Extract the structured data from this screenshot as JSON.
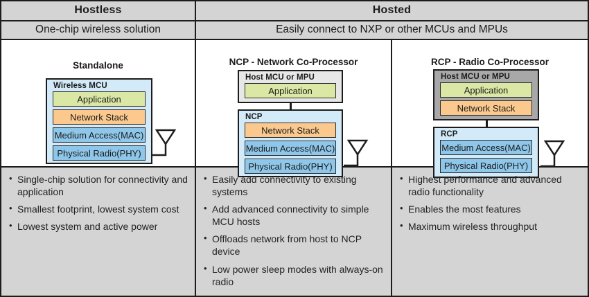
{
  "header": {
    "hostless_title": "Hostless",
    "hosted_title": "Hosted",
    "hostless_subtitle": "One-chip wireless solution",
    "hosted_subtitle": "Easily connect to NXP or other MCUs and MPUs"
  },
  "columns": [
    {
      "title": "Standalone",
      "device_box": {
        "label": "Wireless MCU",
        "layers": [
          "Application",
          "Network Stack",
          "Medium Access(MAC)",
          "Physical Radio(PHY)"
        ]
      },
      "bullets": [
        "Single-chip solution for connectivity and application",
        "Smallest footprint, lowest system cost",
        "Lowest system and active power"
      ]
    },
    {
      "title": "NCP - Network Co-Processor",
      "host_box": {
        "label": "Host MCU or MPU",
        "layers": [
          "Application"
        ]
      },
      "device_box": {
        "label": "NCP",
        "layers": [
          "Network Stack",
          "Medium Access(MAC)",
          "Physical Radio(PHY)"
        ]
      },
      "bullets": [
        "Easily add connectivity to existing systems",
        "Add advanced connectivity to simple MCU hosts",
        "Offloads network from host to NCP device",
        "Low power sleep modes with always-on radio"
      ]
    },
    {
      "title": "RCP - Radio Co-Processor",
      "host_box": {
        "label": "Host MCU or MPU",
        "layers": [
          "Application",
          "Network Stack"
        ]
      },
      "device_box": {
        "label": "RCP",
        "layers": [
          "Medium Access(MAC)",
          "Physical Radio(PHY)"
        ]
      },
      "bullets": [
        "Highest performance and advanced radio functionality",
        "Enables the most features",
        "Maximum wireless throughput"
      ]
    }
  ],
  "colors": {
    "table_gray": "#d4d4d4",
    "diagram_bg": "#ffffff",
    "application_green": "#dbe8a5",
    "network_stack_orange": "#fbc98d",
    "mac_phy_blue": "#8fc7ea",
    "wireless_mcu_container_blue": "#d3eaf8",
    "host_box_light_gray": "#e7e7e7",
    "host_box_dark_gray": "#a8a8a8",
    "border_black": "#1c1c1c"
  }
}
